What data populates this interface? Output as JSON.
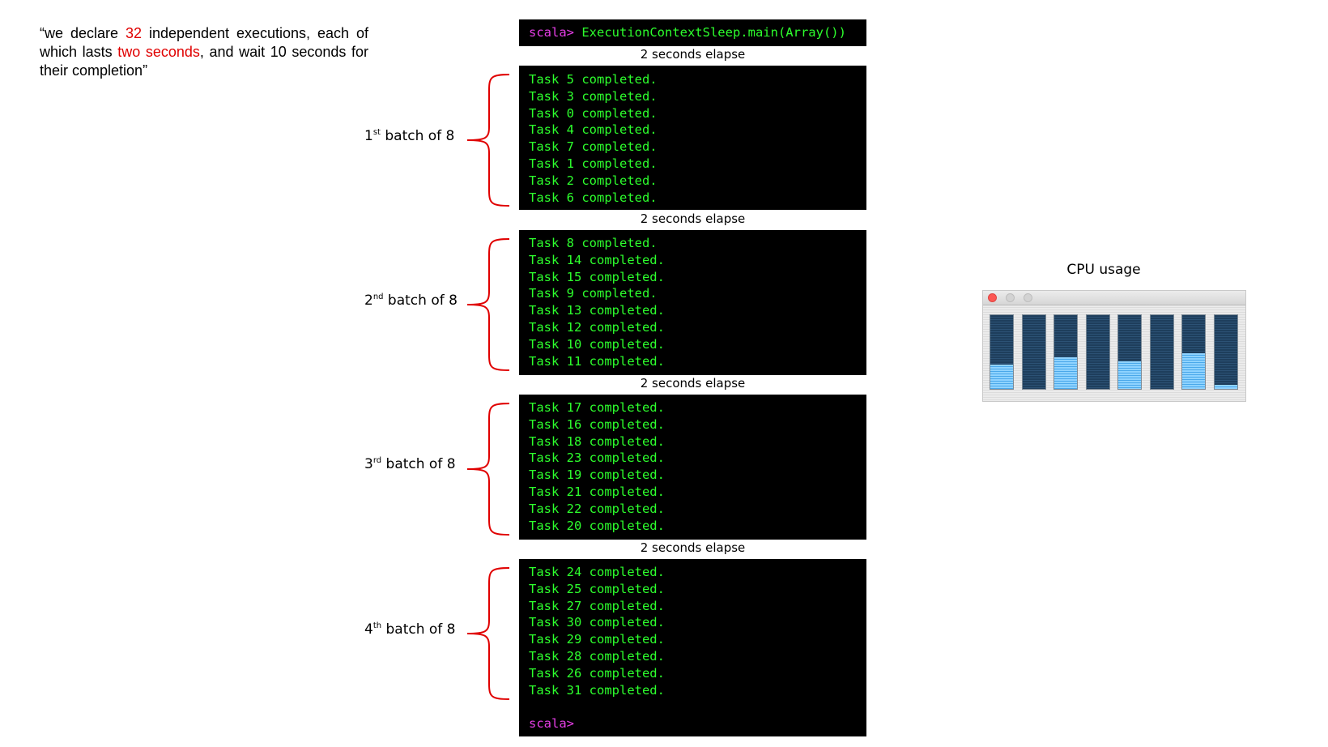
{
  "quote": {
    "part1": "“we declare ",
    "highlight1": "32",
    "part2": " independent executions, each of which lasts ",
    "highlight2": "two seconds",
    "part3": ", and wait 10 seconds for their completion”"
  },
  "terminal": {
    "prompt": "scala>",
    "command": " ExecutionContextSleep.main(Array())",
    "batches": [
      [
        "Task 5 completed.",
        "Task 3 completed.",
        "Task 0 completed.",
        "Task 4 completed.",
        "Task 7 completed.",
        "Task 1 completed.",
        "Task 2 completed.",
        "Task 6 completed."
      ],
      [
        "Task 8 completed.",
        "Task 14 completed.",
        "Task 15 completed.",
        "Task 9 completed.",
        "Task 13 completed.",
        "Task 12 completed.",
        "Task 10 completed.",
        "Task 11 completed."
      ],
      [
        "Task 17 completed.",
        "Task 16 completed.",
        "Task 18 completed.",
        "Task 23 completed.",
        "Task 19 completed.",
        "Task 21 completed.",
        "Task 22 completed.",
        "Task 20 completed."
      ],
      [
        "Task 24 completed.",
        "Task 25 completed.",
        "Task 27 completed.",
        "Task 30 completed.",
        "Task 29 completed.",
        "Task 28 completed.",
        "Task 26 completed.",
        "Task 31 completed."
      ]
    ],
    "final_prompt": "scala>"
  },
  "elapse_label": "2 seconds elapse",
  "batch_labels": [
    {
      "num": "1",
      "suffix": "st",
      "text": " batch of 8"
    },
    {
      "num": "2",
      "suffix": "nd",
      "text": " batch of 8"
    },
    {
      "num": "3",
      "suffix": "rd",
      "text": " batch of 8"
    },
    {
      "num": "4",
      "suffix": "th",
      "text": " batch of 8"
    }
  ],
  "colors": {
    "highlight": "#e00000",
    "terminal_text": "#2dff2d",
    "terminal_prompt": "#e63ee6",
    "brace": "#e00000"
  },
  "cpu": {
    "title": "CPU usage",
    "core_usage_fraction": [
      0.33,
      0.0,
      0.43,
      0.0,
      0.37,
      0.0,
      0.48,
      0.06
    ]
  }
}
